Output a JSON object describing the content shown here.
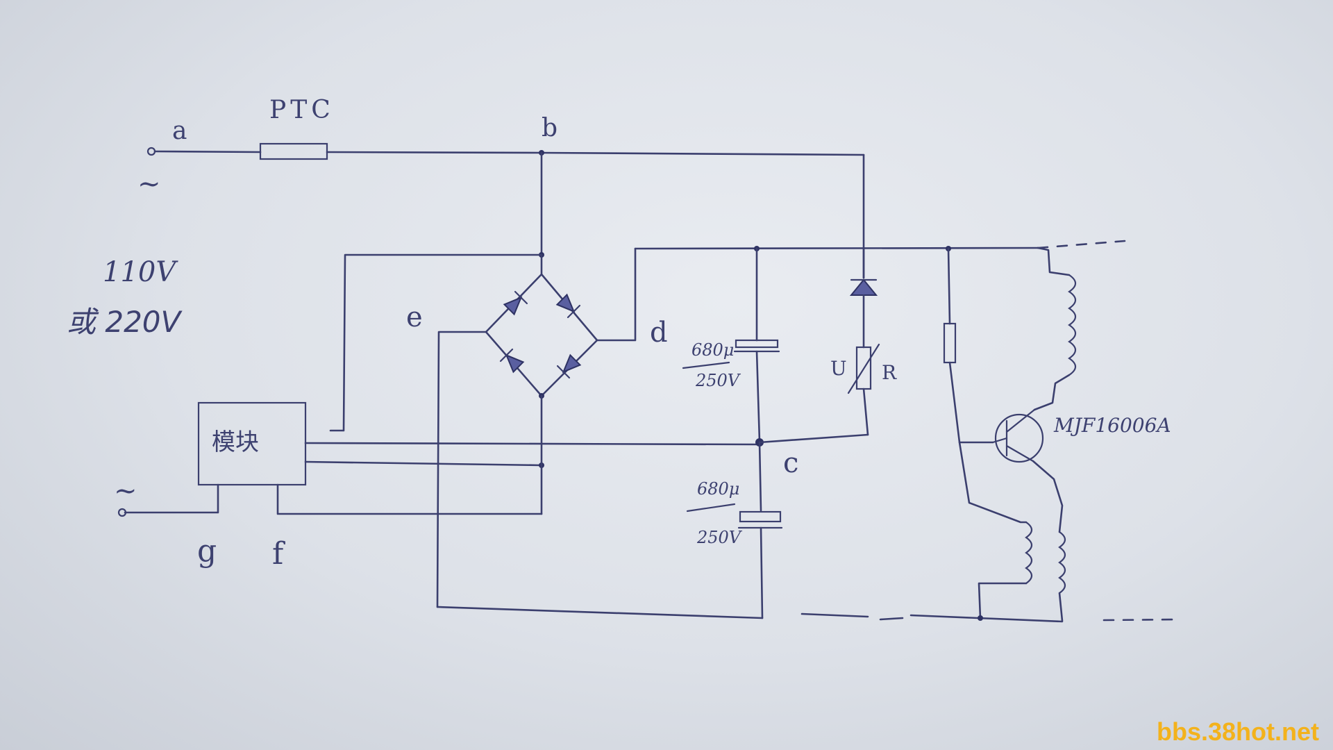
{
  "labels": {
    "node_a": "a",
    "node_b": "b",
    "node_c": "c",
    "node_d": "d",
    "node_e": "e",
    "node_f": "f",
    "node_g": "g",
    "ptc": "PTC",
    "tilde_top": "~",
    "tilde_bottom": "~",
    "voltage_line1": "110V",
    "voltage_line2": "或 220V",
    "module": "模块",
    "cap_top_value": "680μ",
    "cap_top_voltage": "250V",
    "cap_bottom_value": "680μ",
    "cap_bottom_voltage": "250V",
    "varistor_u": "U",
    "varistor_r": "R",
    "transistor": "MJF16006A"
  },
  "watermark": "bbs.38hot.net",
  "colors": {
    "ink": "#3b3f6e",
    "paper": "#e4e7ed",
    "watermark": "#f3b21c"
  }
}
